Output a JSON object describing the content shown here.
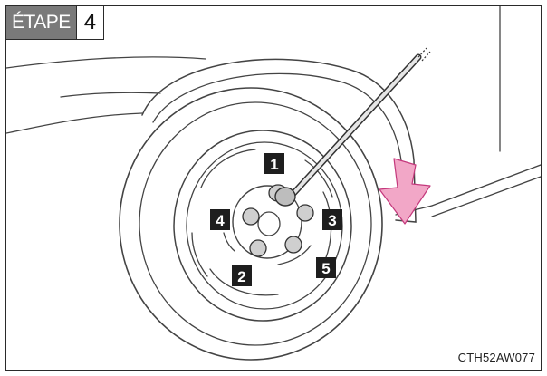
{
  "step": {
    "label": "ÉTAPE",
    "number": "4"
  },
  "figure_code": "CTH52AW077",
  "bolt_badges": [
    {
      "number": "1"
    },
    {
      "number": "2"
    },
    {
      "number": "3"
    },
    {
      "number": "4"
    },
    {
      "number": "5"
    }
  ],
  "colors": {
    "arrow": "#f2a7c7",
    "arrow_stroke": "#c4387c",
    "badge_bg": "#1e1e1e",
    "step_label_bg": "#7a7a7a"
  }
}
